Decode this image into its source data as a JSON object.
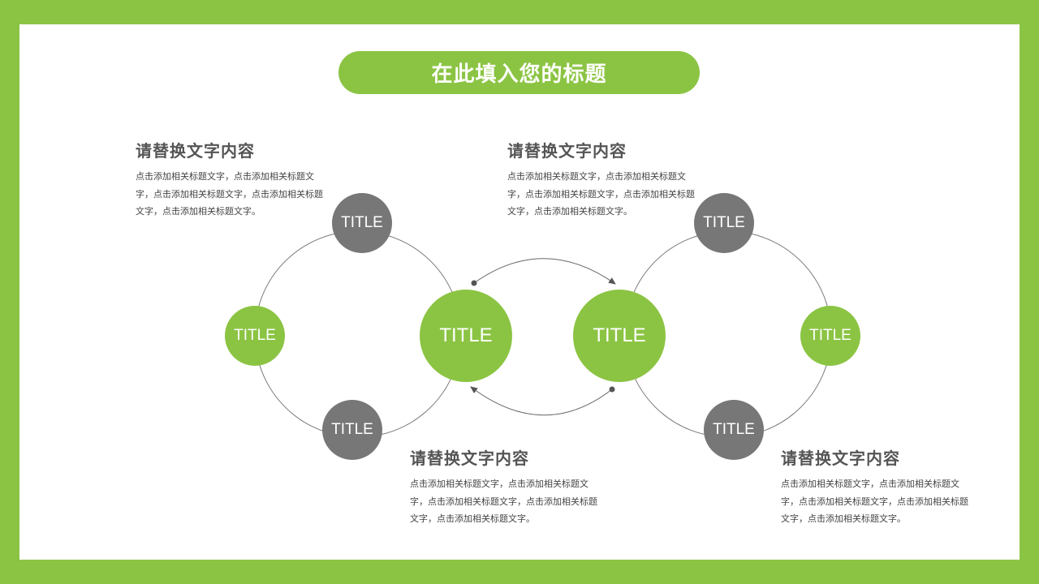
{
  "slide_title": "在此填入您的标题",
  "nodes": {
    "left_top": "TITLE",
    "left_left": "TITLE",
    "left_bottom": "TITLE",
    "left_center": "TITLE",
    "right_center": "TITLE",
    "right_top": "TITLE",
    "right_right": "TITLE",
    "right_bottom": "TITLE"
  },
  "text_blocks": [
    {
      "heading": "请替换文字内容",
      "body": "点击添加相关标题文字，点击添加相关标题文字，点击添加相关标题文字，点击添加相关标题文字，点击添加相关标题文字。"
    },
    {
      "heading": "请替换文字内容",
      "body": "点击添加相关标题文字，点击添加相关标题文字，点击添加相关标题文字，点击添加相关标题文字，点击添加相关标题文字。"
    },
    {
      "heading": "请替换文字内容",
      "body": "点击添加相关标题文字，点击添加相关标题文字，点击添加相关标题文字，点击添加相关标题文字，点击添加相关标题文字。"
    },
    {
      "heading": "请替换文字内容",
      "body": "点击添加相关标题文字，点击添加相关标题文字，点击添加相关标题文字，点击添加相关标题文字，点击添加相关标题文字。"
    }
  ],
  "colors": {
    "accent_green": "#8bc443",
    "node_gray": "#777777",
    "text_gray": "#555555"
  }
}
